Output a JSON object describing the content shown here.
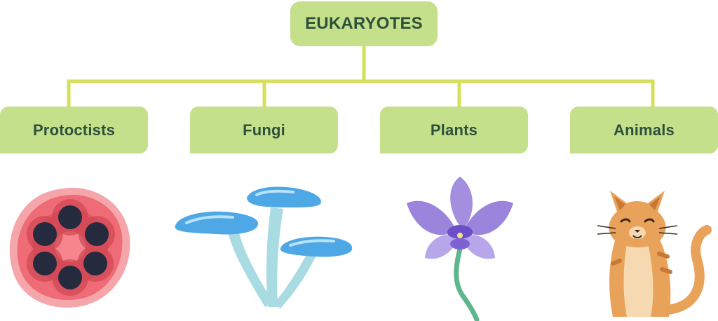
{
  "diagram": {
    "root": {
      "label": "EUKARYOTES"
    },
    "categories": [
      {
        "id": "protoctists",
        "label": "Protoctists",
        "illustration": "protoctist-cell-icon"
      },
      {
        "id": "fungi",
        "label": "Fungi",
        "illustration": "mushroom-icon"
      },
      {
        "id": "plants",
        "label": "Plants",
        "illustration": "orchid-flower-icon"
      },
      {
        "id": "animals",
        "label": "Animals",
        "illustration": "cat-icon"
      }
    ],
    "colors": {
      "box_fill": "#c5e08a",
      "box_text": "#2e4f3c",
      "connector": "#d6df5c",
      "protoctist": "#f06e78",
      "fungi": "#4fa8e6",
      "plant": "#a48ee0",
      "animal": "#e8a25a"
    }
  }
}
